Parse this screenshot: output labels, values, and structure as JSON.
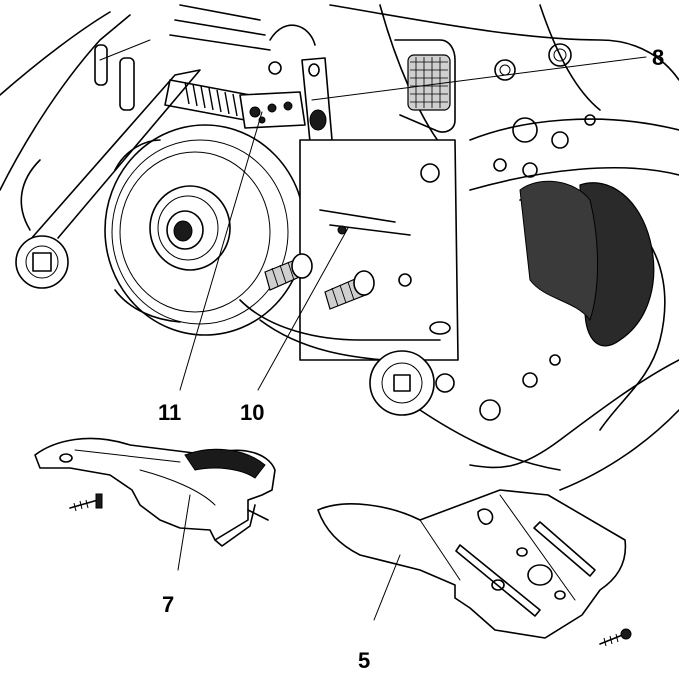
{
  "figure": {
    "callouts": [
      {
        "id": "8",
        "label": "8"
      },
      {
        "id": "11",
        "label": "11"
      },
      {
        "id": "10",
        "label": "10"
      },
      {
        "id": "7",
        "label": "7"
      },
      {
        "id": "5",
        "label": "5"
      }
    ],
    "colors": {
      "ink": "#000000",
      "background": "#ffffff",
      "shading": "#cfcfcf"
    }
  }
}
